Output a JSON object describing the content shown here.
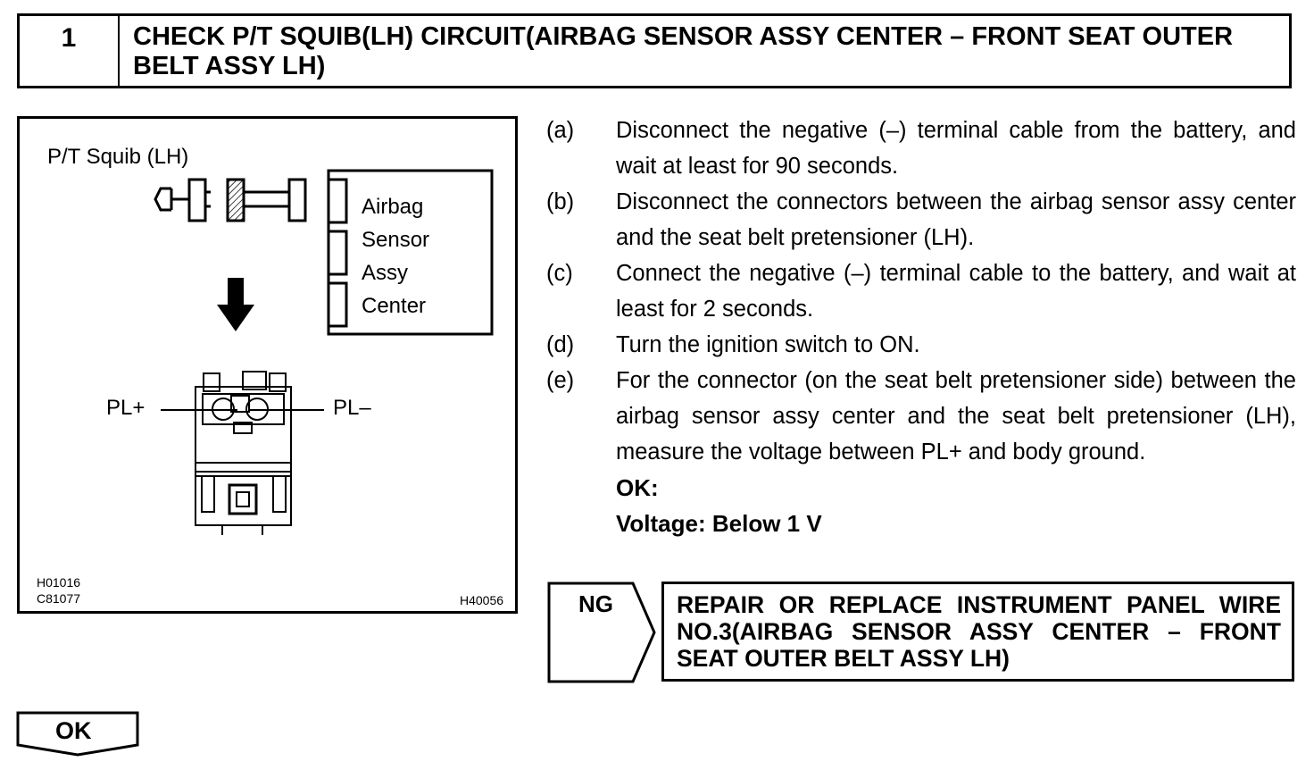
{
  "header": {
    "number": "1",
    "title": "CHECK P/T SQUIB(LH) CIRCUIT(AIRBAG SENSOR ASSY CENTER – FRONT SEAT OUTER BELT ASSY LH)"
  },
  "figure": {
    "squib_label": "P/T Squib (LH)",
    "sensor_lines": [
      "Airbag",
      "Sensor",
      "Assy",
      "Center"
    ],
    "pl_plus": "PL+",
    "pl_minus": "PL–",
    "codes": [
      "H01016",
      "C81077"
    ],
    "code_right": "H40056"
  },
  "steps": [
    {
      "letter": "(a)",
      "text": "Disconnect the negative (–) terminal cable from the battery, and wait at least for 90 seconds."
    },
    {
      "letter": "(b)",
      "text": "Disconnect the connectors between the airbag sensor assy center and the seat belt pretensioner (LH)."
    },
    {
      "letter": "(c)",
      "text": "Connect the negative (–) terminal cable to the battery, and wait at least for 2 seconds."
    },
    {
      "letter": "(d)",
      "text": "Turn the ignition switch to ON."
    },
    {
      "letter": "(e)",
      "text": "For the connector (on the seat belt pretensioner side) between the airbag sensor assy center and the seat belt pretensioner (LH), measure the voltage between PL+ and body ground."
    }
  ],
  "spec": {
    "ok_label": "OK:",
    "voltage": "Voltage: Below 1 V"
  },
  "ng": {
    "label": "NG",
    "text": "REPAIR OR REPLACE INSTRUMENT PANEL WIRE NO.3(AIRBAG SENSOR ASSY CENTER – FRONT SEAT OUTER BELT ASSY LH)"
  },
  "ok": {
    "label": "OK"
  }
}
